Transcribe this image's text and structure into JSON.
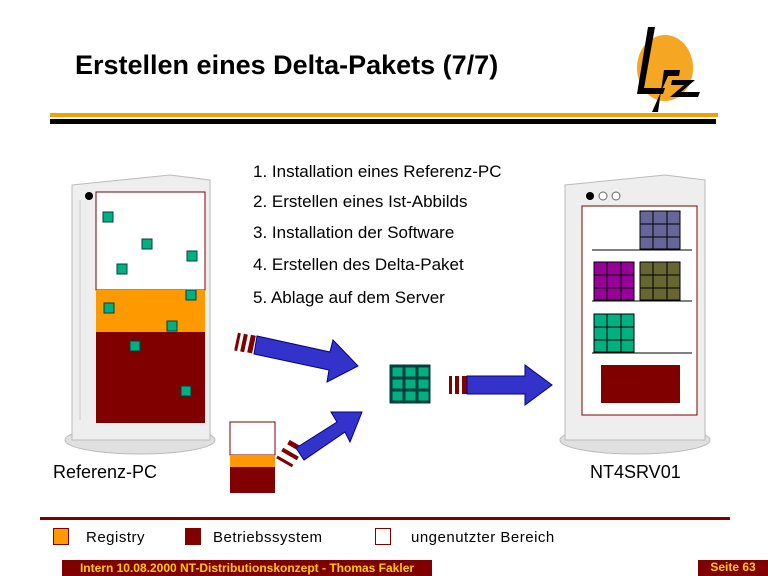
{
  "title": "Erstellen eines Delta-Pakets (7/7)",
  "logo_text": "Lrz",
  "steps": [
    "1. Installation eines Referenz-PC",
    "2. Erstellen eines Ist-Abbilds",
    "3. Installation der Software",
    "4. Erstellen des Delta-Paket",
    "5. Ablage auf dem Server"
  ],
  "left_label": "Referenz-PC",
  "right_label": "NT4SRV01",
  "legend": [
    {
      "label": "Registry",
      "color": "#ff9900"
    },
    {
      "label": "Betriebssystem",
      "color": "#800000"
    },
    {
      "label": "ungenutzter Bereich",
      "color": "#ffffff"
    }
  ],
  "footer": "Intern 10.08.2000 NT-Distributionskonzept - Thomas Fakler",
  "page": "Seite 63"
}
